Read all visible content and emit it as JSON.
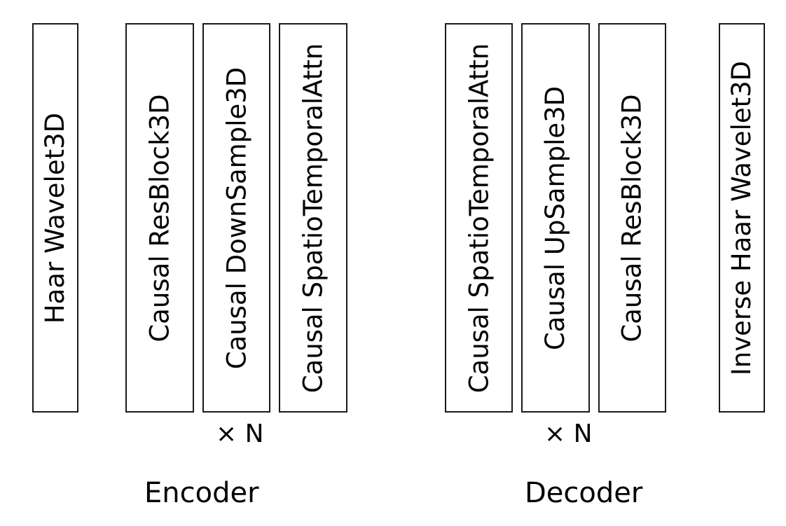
{
  "encoder": {
    "title": "Encoder",
    "repeat": "× N",
    "blocks": [
      "Haar Wavelet3D",
      "Causal ResBlock3D",
      "Causal DownSample3D",
      "Causal SpatioTemporalAttn"
    ]
  },
  "decoder": {
    "title": "Decoder",
    "repeat": "× N",
    "blocks": [
      "Causal SpatioTemporalAttn",
      "Causal UpSample3D",
      "Causal ResBlock3D",
      "Inverse Haar Wavelet3D"
    ]
  },
  "colors": {
    "border": "#1a1a1a",
    "background": "#ffffff",
    "text": "#000000"
  }
}
